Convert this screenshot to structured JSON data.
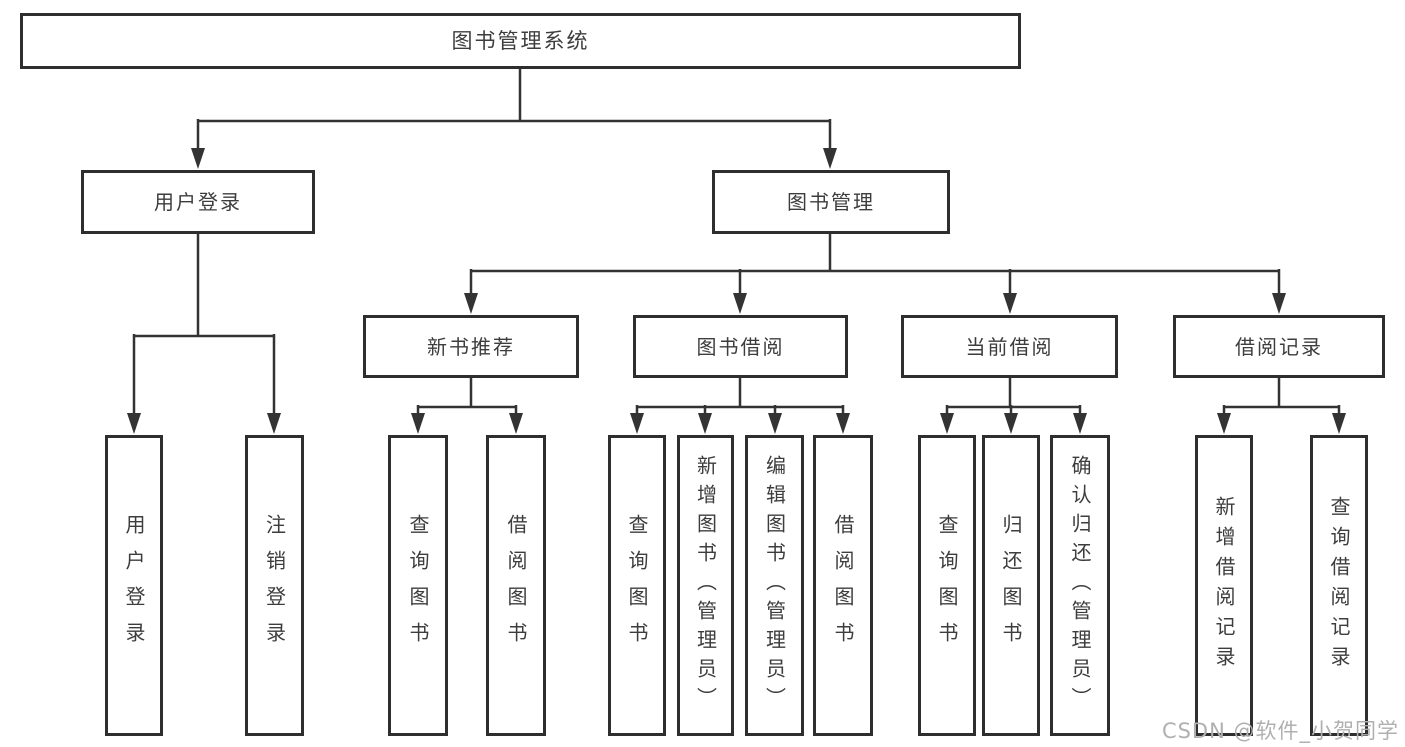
{
  "diagram": {
    "root": {
      "label": "图书管理系统"
    },
    "level1": {
      "user_login": "用户登录",
      "book_management": "图书管理"
    },
    "level2": {
      "new_book_recommendation": "新书推荐",
      "book_borrowing": "图书借阅",
      "current_borrowing": "当前借阅",
      "borrowing_records": "借阅记录"
    },
    "leaves": {
      "user_login": [
        "用户登录",
        "注销登录"
      ],
      "new_book_recommendation": [
        "查询图书",
        "借阅图书"
      ],
      "book_borrowing": [
        "查询图书",
        "新增图书（管理员）",
        "编辑图书（管理员）",
        "借阅图书"
      ],
      "current_borrowing": [
        "查询图书",
        "归还图书",
        "确认归还（管理员）"
      ],
      "borrowing_records": [
        "新增借阅记录",
        "查询借阅记录"
      ]
    }
  },
  "watermark": {
    "text": "CSDN @软件_小贺同学",
    "color": "#b0b0b0"
  },
  "colors": {
    "line": "#333333",
    "border": "#2e2e2e",
    "text": "#3d3d3d",
    "background": "#ffffff"
  }
}
